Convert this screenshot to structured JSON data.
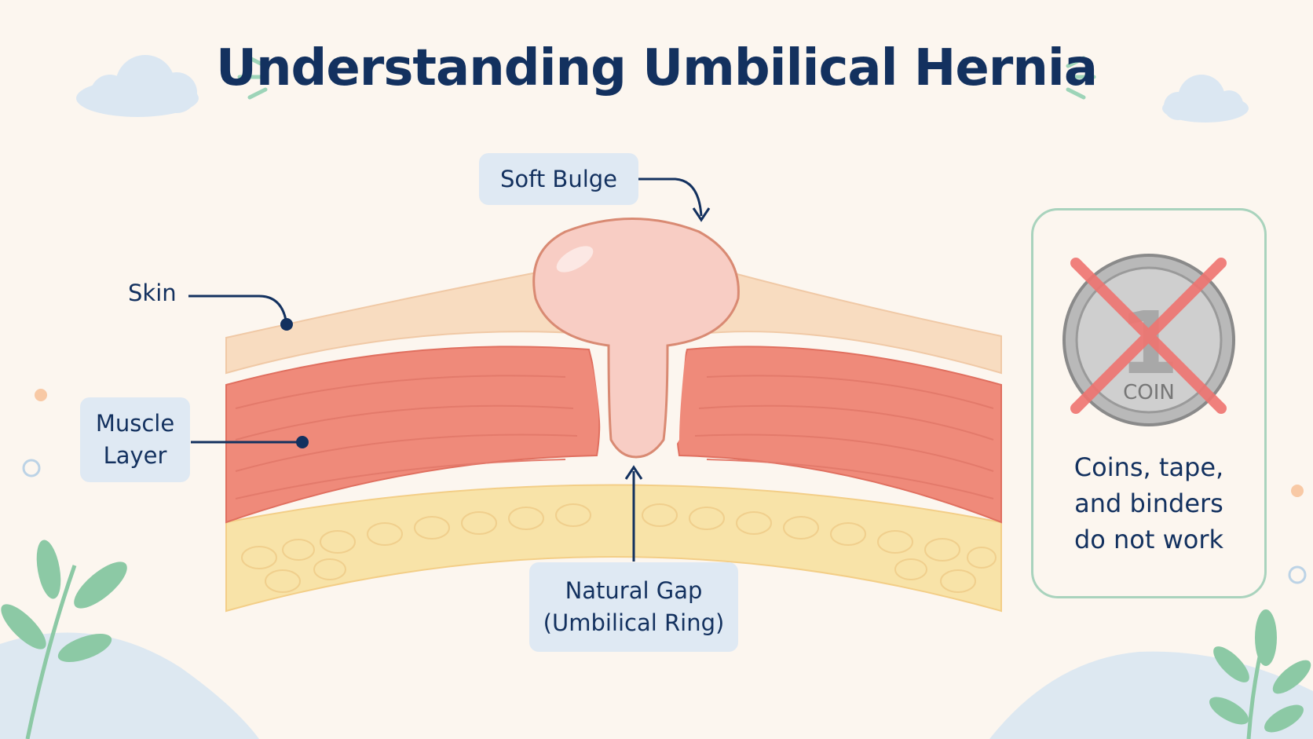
{
  "title": "Understanding Umbilical Hernia",
  "labels": {
    "soft_bulge": "Soft Bulge",
    "skin": "Skin",
    "muscle_line1": "Muscle",
    "muscle_line2": "Layer",
    "gap_line1": "Natural Gap",
    "gap_line2": "(Umbilical Ring)"
  },
  "warning": {
    "coin_text": "COIN",
    "coin_value": "1",
    "line1": "Coins, tape,",
    "line2": "and binders",
    "line3": "do not work"
  },
  "colors": {
    "title": "#13315f",
    "skin": "#f8dcc0",
    "muscle": "#ef8a7a",
    "fat": "#f8e3a8",
    "bulge": "#f8cdc4",
    "label_bg": "#dfe9f3",
    "leaf": "#8cc9a5",
    "cross": "#ef7470"
  }
}
